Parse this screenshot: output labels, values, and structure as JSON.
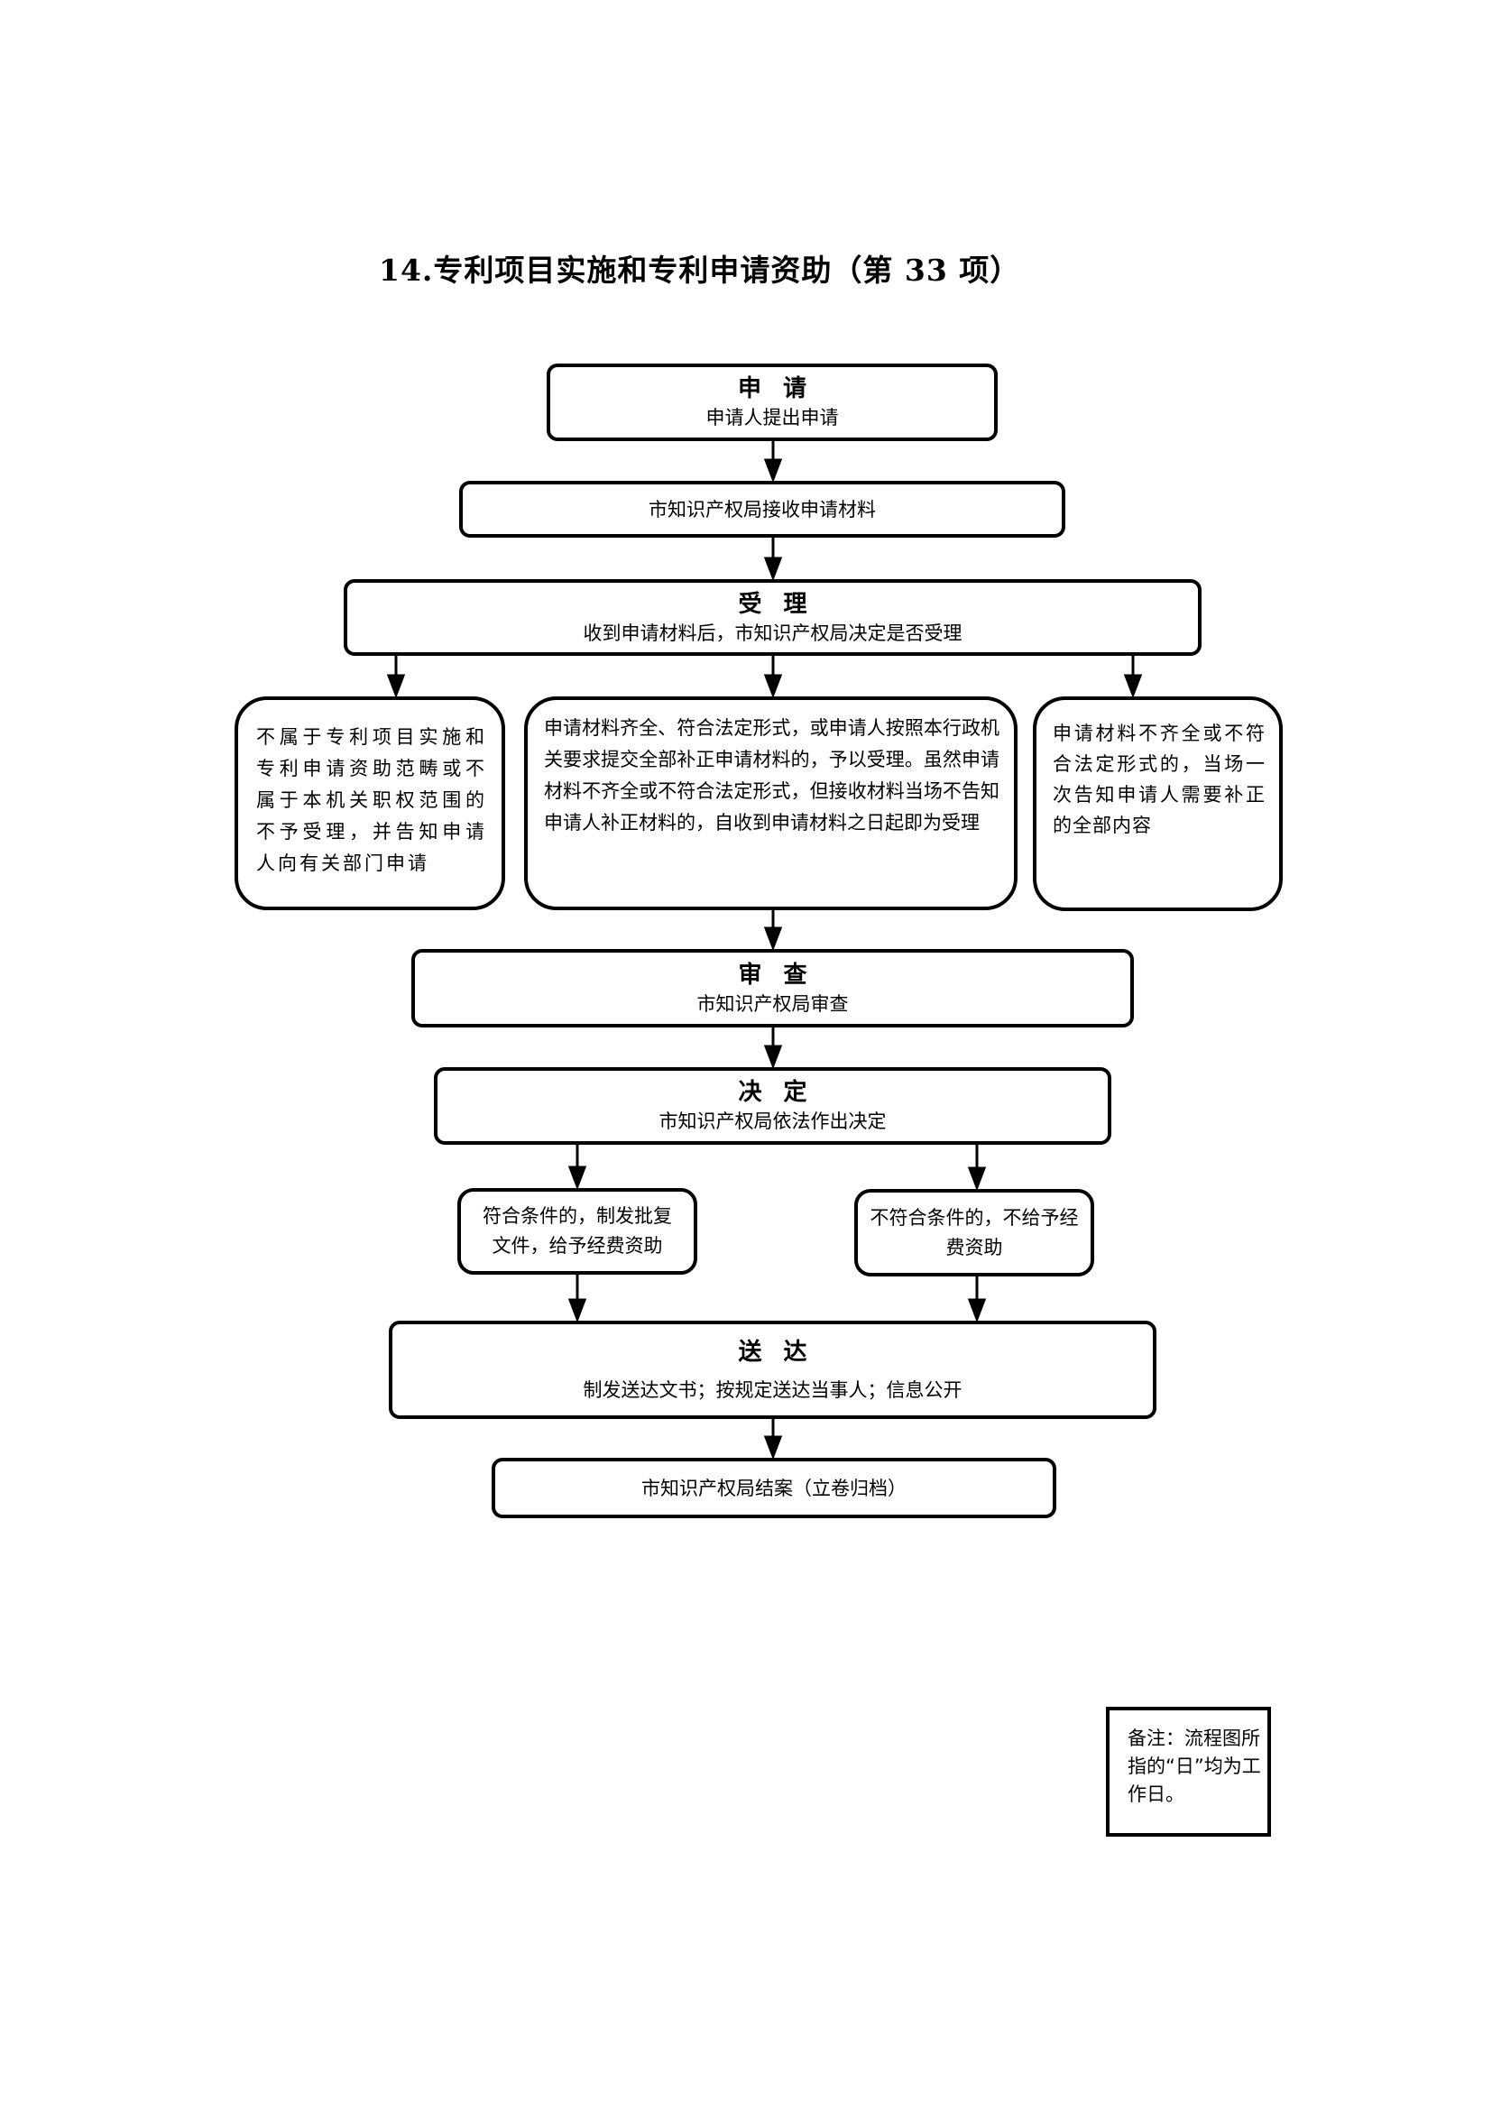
{
  "title": "14.专利项目实施和专利申请资助（第 33 项）",
  "flow": {
    "apply": {
      "heading": "申请",
      "sub": "申请人提出申请"
    },
    "receive": {
      "sub": "市知识产权局接收申请材料"
    },
    "accept": {
      "heading": "受理",
      "sub": "收到申请材料后，市知识产权局决定是否受理"
    },
    "branch_reject": {
      "text": "不属于专利项目实施和专利申请资助范畴或不属于本机关职权范围的不予受理，并告知申请人向有关部门申请"
    },
    "branch_accept": {
      "text": "申请材料齐全、符合法定形式，或申请人按照本行政机关要求提交全部补正申请材料的，予以受理。虽然申请材料不齐全或不符合法定形式，但接收材料当场不告知申请人补正材料的，自收到申请材料之日起即为受理"
    },
    "branch_supplement": {
      "text": "申请材料不齐全或不符合法定形式的，当场一次告知申请人需要补正的全部内容"
    },
    "review": {
      "heading": "审查",
      "sub": "市知识产权局审查"
    },
    "decide": {
      "heading": "决定",
      "sub": "市知识产权局依法作出决定"
    },
    "decide_yes": {
      "text": "符合条件的，制发批复文件，给予经费资助"
    },
    "decide_no": {
      "text": "不符合条件的，不给予经费资助"
    },
    "deliver": {
      "heading": "送达",
      "sub": "制发送达文书；按规定送达当事人；信息公开"
    },
    "archive": {
      "sub": "市知识产权局结案（立卷归档）"
    }
  },
  "note": {
    "text": "备注：流程图所指的“日”均为工作日。"
  }
}
